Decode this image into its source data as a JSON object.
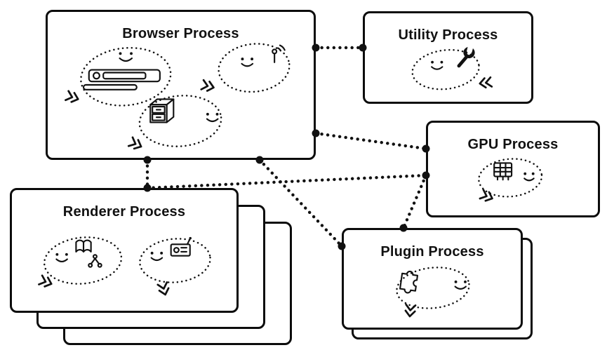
{
  "colors": {
    "ink": "#111111",
    "paper": "#ffffff"
  },
  "boxes": {
    "browser": {
      "label": "Browser Process"
    },
    "utility": {
      "label": "Utility Process"
    },
    "gpu": {
      "label": "GPU Process"
    },
    "renderer": {
      "label": "Renderer Process"
    },
    "plugin": {
      "label": "Plugin Process"
    }
  },
  "icons": {
    "browser": [
      "browser-toolbar-icon",
      "network-signal-icon",
      "storage-cabinet-icon"
    ],
    "utility": [
      "wrench-icon"
    ],
    "gpu": [
      "gpu-chip-icon"
    ],
    "renderer": [
      "open-book-icon",
      "dom-tree-icon",
      "media-widget-icon"
    ],
    "plugin": [
      "puzzle-piece-icon"
    ]
  },
  "connections": [
    {
      "from": "browser",
      "to": "utility"
    },
    {
      "from": "browser",
      "to": "gpu"
    },
    {
      "from": "browser",
      "to": "renderer"
    },
    {
      "from": "renderer",
      "to": "gpu"
    },
    {
      "from": "browser",
      "to": "plugin"
    },
    {
      "from": "gpu",
      "to": "plugin"
    }
  ]
}
